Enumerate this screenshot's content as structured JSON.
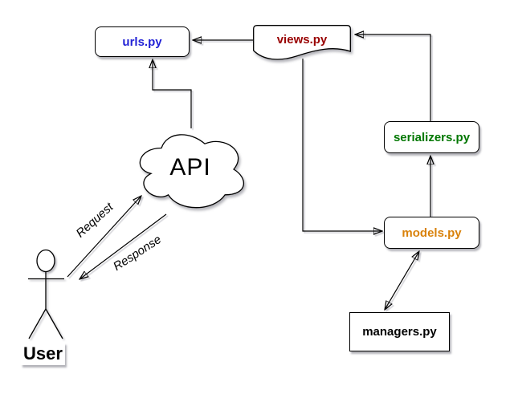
{
  "diagram": {
    "nodes": {
      "urls": {
        "label": "urls.py",
        "text_color": "#2222d6",
        "shape": "rounded-rect"
      },
      "views": {
        "label": "views.py",
        "text_color": "#990000",
        "shape": "document"
      },
      "serializers": {
        "label": "serializers.py",
        "text_color": "#007700",
        "shape": "rounded-rect"
      },
      "models": {
        "label": "models.py",
        "text_color": "#d9820b",
        "shape": "rounded-rect"
      },
      "managers": {
        "label": "managers.py",
        "text_color": "#000000",
        "shape": "rect"
      },
      "api": {
        "label": "API",
        "text_color": "#000000",
        "shape": "cloud"
      },
      "user": {
        "label": "User",
        "text_color": "#000000",
        "shape": "actor"
      }
    },
    "edge_labels": {
      "request": "Request",
      "response": "Response"
    },
    "edges": [
      {
        "from": "views.py",
        "to": "urls.py",
        "arrow": "single"
      },
      {
        "from": "serializers.py",
        "to": "views.py",
        "arrow": "single"
      },
      {
        "from": "views.py",
        "to": "models.py",
        "arrow": "single"
      },
      {
        "from": "models.py",
        "to": "serializers.py",
        "arrow": "single"
      },
      {
        "from": "models.py",
        "to": "managers.py",
        "arrow": "double"
      },
      {
        "from": "API",
        "to": "urls.py",
        "arrow": "single"
      },
      {
        "from": "User",
        "to": "API",
        "label": "Request",
        "arrow": "single"
      },
      {
        "from": "API",
        "to": "User",
        "label": "Response",
        "arrow": "single"
      }
    ]
  }
}
